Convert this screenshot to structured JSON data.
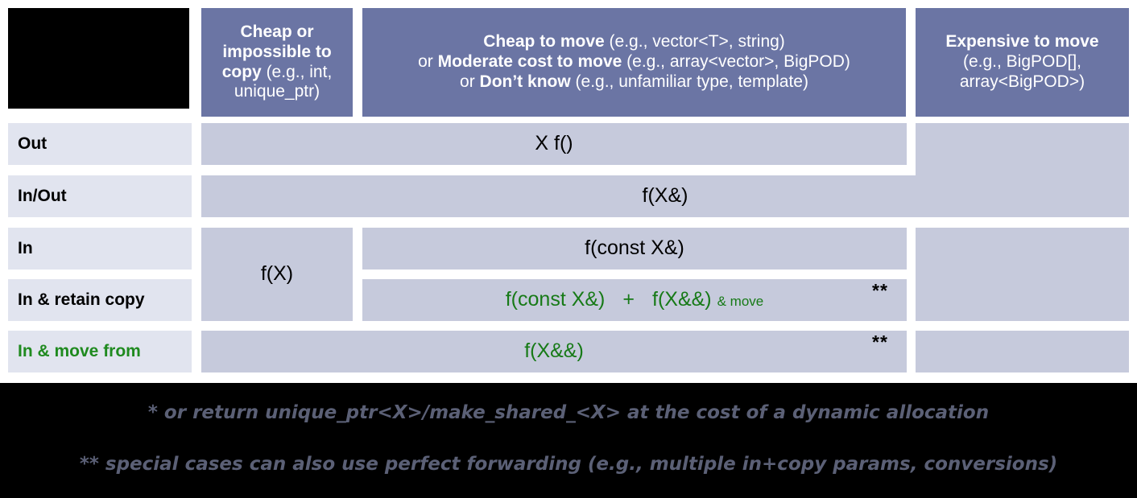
{
  "title": "C++ parameter and return passing guidelines",
  "colors": {
    "header_bg": "#6b75a4",
    "header_text": "#ffffff",
    "rowlabel_bg": "#e1e4ef",
    "cell_bg": "#c6cadc",
    "green": "#177a17",
    "footer_bg": "#000000",
    "footnote_text": "#5b6076"
  },
  "header": {
    "corner": "",
    "columns": [
      {
        "id": "cheap-or-impossible-to-copy",
        "lines": [
          {
            "bold": "Cheap or",
            "rest": ""
          },
          {
            "bold": "impossible to",
            "rest": ""
          },
          {
            "bold": "copy",
            "rest": " (e.g., int,"
          },
          {
            "bold": "",
            "rest": "unique_ptr)"
          }
        ],
        "plain": "Cheap or impossible to copy (e.g., int, unique_ptr)"
      },
      {
        "id": "cheap-to-move",
        "lines": [
          {
            "bold": "Cheap to move",
            "rest": " (e.g., vector<T>, string)"
          },
          {
            "prefix": "or ",
            "bold": "Moderate cost to move",
            "rest": " (e.g., array<vector>, BigPOD)"
          },
          {
            "prefix": "or ",
            "bold": "Don’t know",
            "rest": " (e.g., unfamiliar type, template)"
          }
        ],
        "plain": "Cheap to move (e.g., vector<T>, string) or Moderate cost to move (e.g., array<vector>, BigPOD) or Don’t know (e.g., unfamiliar type, template)"
      },
      {
        "id": "expensive-to-move",
        "lines": [
          {
            "bold": "Expensive to move",
            "rest": ""
          },
          {
            "bold": "",
            "rest": "(e.g., BigPOD[],"
          },
          {
            "bold": "",
            "rest": "array<BigPOD>)"
          }
        ],
        "plain": "Expensive to move (e.g., BigPOD[], array<BigPOD>)"
      }
    ]
  },
  "rows": [
    {
      "id": "out",
      "label": "Out",
      "green": false
    },
    {
      "id": "in-out",
      "label": "In/Out",
      "green": false
    },
    {
      "id": "in",
      "label": "In",
      "green": false
    },
    {
      "id": "in-retain-copy",
      "label": "In & retain copy",
      "green": false
    },
    {
      "id": "in-move-from",
      "label": "In & move from",
      "green": true
    }
  ],
  "cells": {
    "out_wide": {
      "text": "X f()",
      "green": false
    },
    "in_out_wide": {
      "text": "f(X&)",
      "green": false
    },
    "in_narrow": {
      "text": "f(X)",
      "green": false
    },
    "in_wide": {
      "text": "f(const X&)",
      "green": false
    },
    "retain_sig_a": {
      "text": "f(const X&)",
      "green": true
    },
    "retain_plus": {
      "text": "+",
      "green": true
    },
    "retain_sig_b": {
      "text": "f(X&&)",
      "green": true
    },
    "retain_suffix": {
      "text": "& move",
      "green": true
    },
    "move_from_wide": {
      "text": "f(X&&)",
      "green": true
    }
  },
  "markers": {
    "retain_asterisks": "**",
    "move_from_asterisks": "**"
  },
  "footnotes": [
    "* or return unique_ptr<X>/make_shared_<X> at the cost of a dynamic allocation",
    "** special cases can also use perfect forwarding (e.g., multiple in+copy params, conversions)"
  ]
}
